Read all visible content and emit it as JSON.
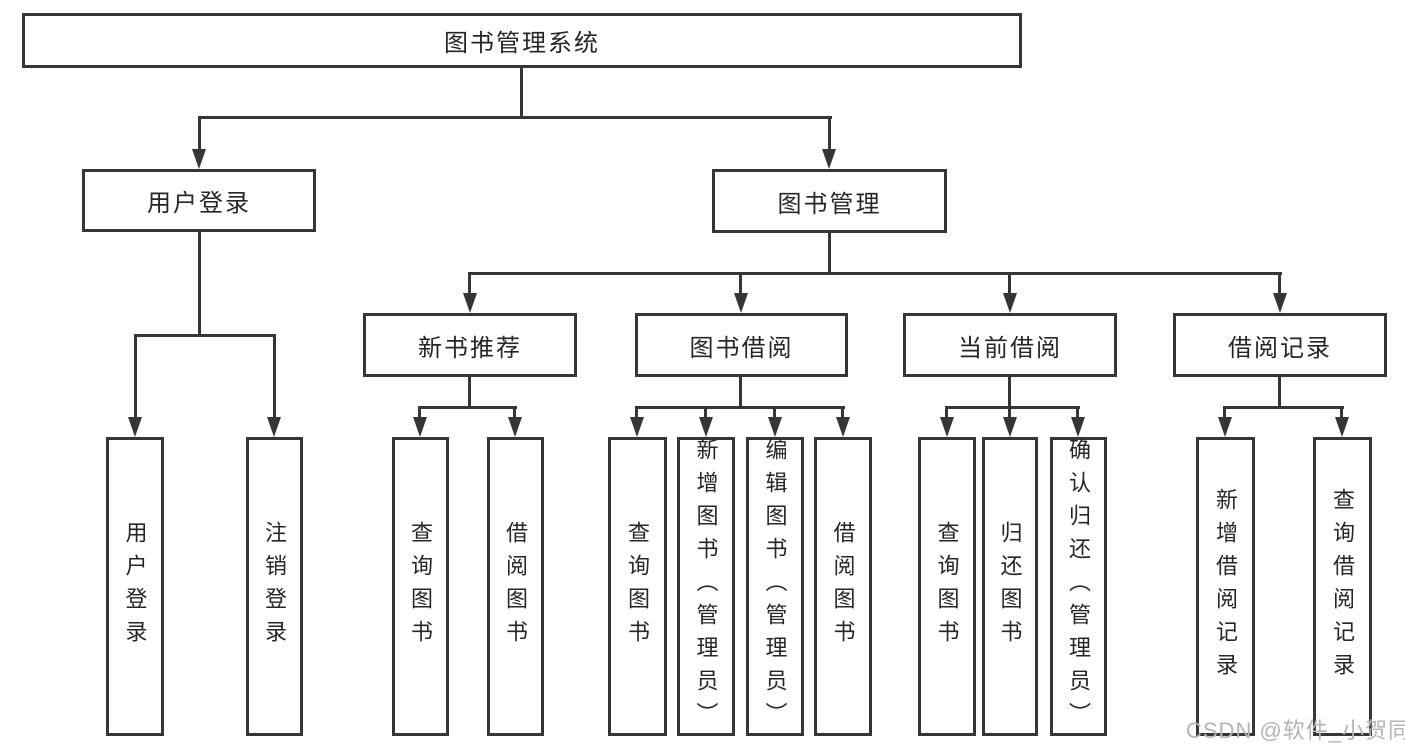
{
  "diagram_type": "hierarchy-tree",
  "colors": {
    "background": "#ffffff",
    "line": "#363636",
    "box_border": "#363636",
    "text": "#262626",
    "watermark": "#b4b4b8"
  },
  "tree": {
    "root": {
      "label": "图书管理系统"
    },
    "branches": [
      {
        "label": "用户登录",
        "leaves": [
          {
            "label": "用户登录"
          },
          {
            "label": "注销登录"
          }
        ]
      },
      {
        "label": "图书管理",
        "groups": [
          {
            "label": "新书推荐",
            "leaves": [
              {
                "label": "查询图书"
              },
              {
                "label": "借阅图书"
              }
            ]
          },
          {
            "label": "图书借阅",
            "leaves": [
              {
                "label": "查询图书"
              },
              {
                "label": "新增图书（管理员）"
              },
              {
                "label": "编辑图书（管理员）"
              },
              {
                "label": "借阅图书"
              }
            ]
          },
          {
            "label": "当前借阅",
            "leaves": [
              {
                "label": "查询图书"
              },
              {
                "label": "归还图书"
              },
              {
                "label": "确认归还（管理员）"
              }
            ]
          },
          {
            "label": "借阅记录",
            "leaves": [
              {
                "label": "新增借阅记录"
              },
              {
                "label": "查询借阅记录"
              }
            ]
          }
        ]
      }
    ]
  },
  "watermark": {
    "text": "CSDN @软件_小贺同学"
  }
}
